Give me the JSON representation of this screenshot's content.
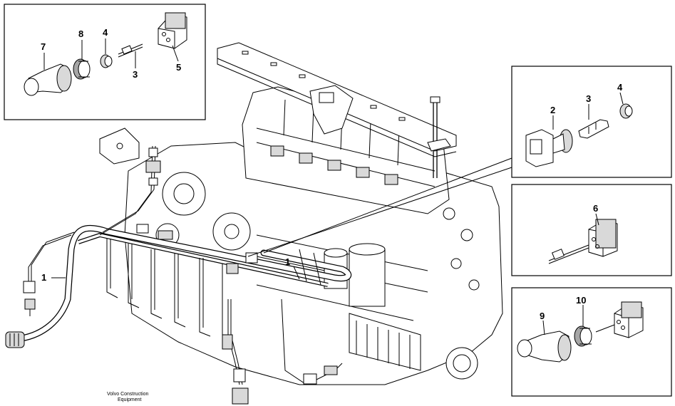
{
  "callouts": {
    "inset_top_left": [
      "7",
      "8",
      "4",
      "3",
      "5"
    ],
    "inset_right_top": [
      "2",
      "3",
      "4"
    ],
    "inset_right_mid": [
      "6"
    ],
    "inset_right_bottom": [
      "9",
      "10"
    ],
    "main": [
      "1",
      "1"
    ]
  },
  "credit": {
    "line1": "Volvo Construction",
    "line2": "Equipment"
  }
}
